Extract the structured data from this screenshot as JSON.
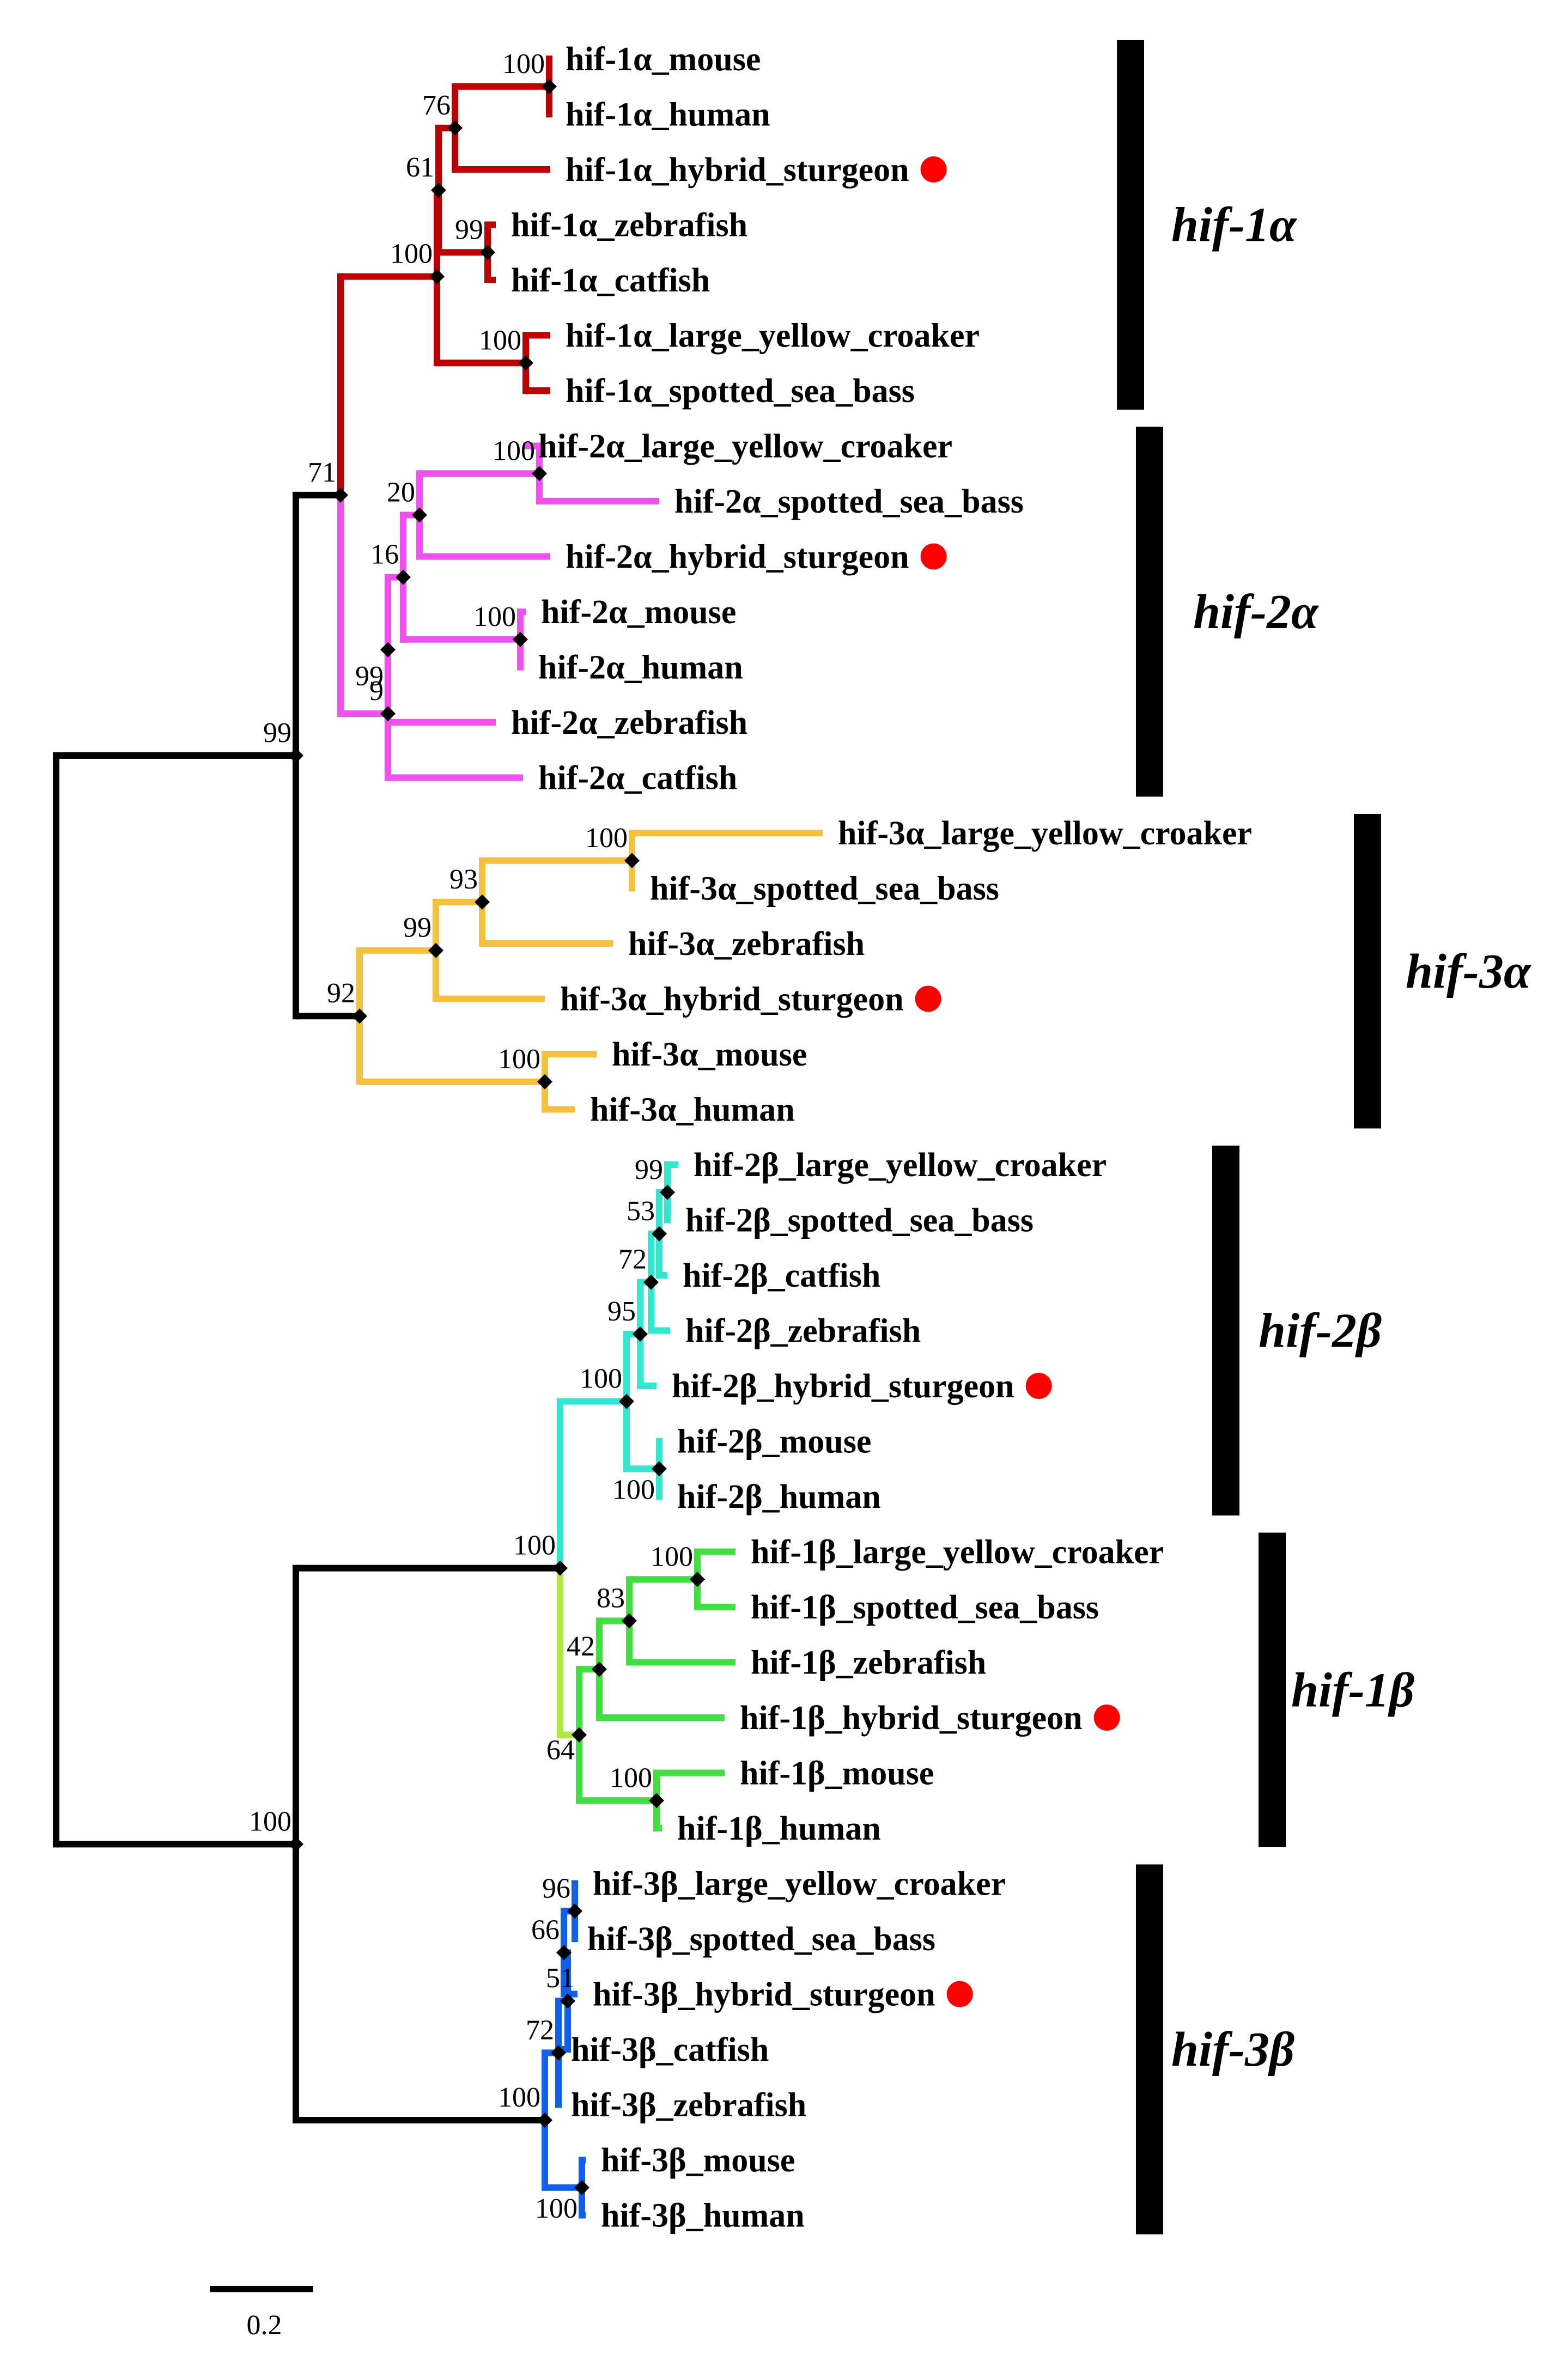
{
  "tree": {
    "scale_bar": {
      "label": "0.2"
    },
    "marker_color": "#ff0000",
    "branch_width": 12,
    "groups": [
      {
        "id": "g1a",
        "label": "hif-1α",
        "color": "#c00000",
        "leaves": [
          "hif-1α_mouse",
          "hif-1α_human",
          "hif-1α_hybrid_sturgeon",
          "hif-1α_zebrafish",
          "hif-1α_catfish",
          "hif-1α_large_yellow_croaker",
          "hif-1α_spotted_sea_bass"
        ],
        "sturgeon_index": 2
      },
      {
        "id": "g2a",
        "label": "hif-2α",
        "color": "#f050f0",
        "leaves": [
          "hif-2α_large_yellow_croaker",
          "hif-2α_spotted_sea_bass",
          "hif-2α_hybrid_sturgeon",
          "hif-2α_mouse",
          "hif-2α_human",
          "hif-2α_zebrafish",
          "hif-2α_catfish"
        ],
        "sturgeon_index": 2
      },
      {
        "id": "g3a",
        "label": "hif-3α",
        "color": "#f5c040",
        "leaves": [
          "hif-3α_large_yellow_croaker",
          "hif-3α_spotted_sea_bass",
          "hif-3α_zebrafish",
          "hif-3α_hybrid_sturgeon",
          "hif-3α_mouse",
          "hif-3α_human"
        ],
        "sturgeon_index": 3
      },
      {
        "id": "g2b",
        "label": "hif-2β",
        "color": "#30e8d0",
        "leaves": [
          "hif-2β_large_yellow_croaker",
          "hif-2β_spotted_sea_bass",
          "hif-2β_catfish",
          "hif-2β_zebrafish",
          "hif-2β_hybrid_sturgeon",
          "hif-2β_mouse",
          "hif-2β_human"
        ],
        "sturgeon_index": 4
      },
      {
        "id": "g1b",
        "label": "hif-1β",
        "color": "#40e040",
        "leaves": [
          "hif-1β_large_yellow_croaker",
          "hif-1β_spotted_sea_bass",
          "hif-1β_zebrafish",
          "hif-1β_hybrid_sturgeon",
          "hif-1β_mouse",
          "hif-1β_human"
        ],
        "sturgeon_index": 3
      },
      {
        "id": "g3b",
        "label": "hif-3β",
        "color": "#1060f0",
        "leaves": [
          "hif-3β_large_yellow_croaker",
          "hif-3β_spotted_sea_bass",
          "hif-3β_hybrid_sturgeon",
          "hif-3β_catfish",
          "hif-3β_zebrafish",
          "hif-3β_mouse",
          "hif-3β_human"
        ],
        "sturgeon_index": 2
      }
    ],
    "extra_colors": {
      "backbone": "#000000",
      "a2b1_stem": "#b0e840"
    },
    "support_values": [
      "100",
      "76",
      "61",
      "99",
      "100",
      "100",
      "100",
      "20",
      "16",
      "100",
      "99",
      "9",
      "71",
      "100",
      "93",
      "99",
      "100",
      "92",
      "99",
      "53",
      "72",
      "95",
      "100",
      "100",
      "100",
      "83",
      "42",
      "100",
      "64",
      "100",
      "96",
      "66",
      "51",
      "72",
      "100",
      "100",
      "100",
      "100"
    ]
  }
}
